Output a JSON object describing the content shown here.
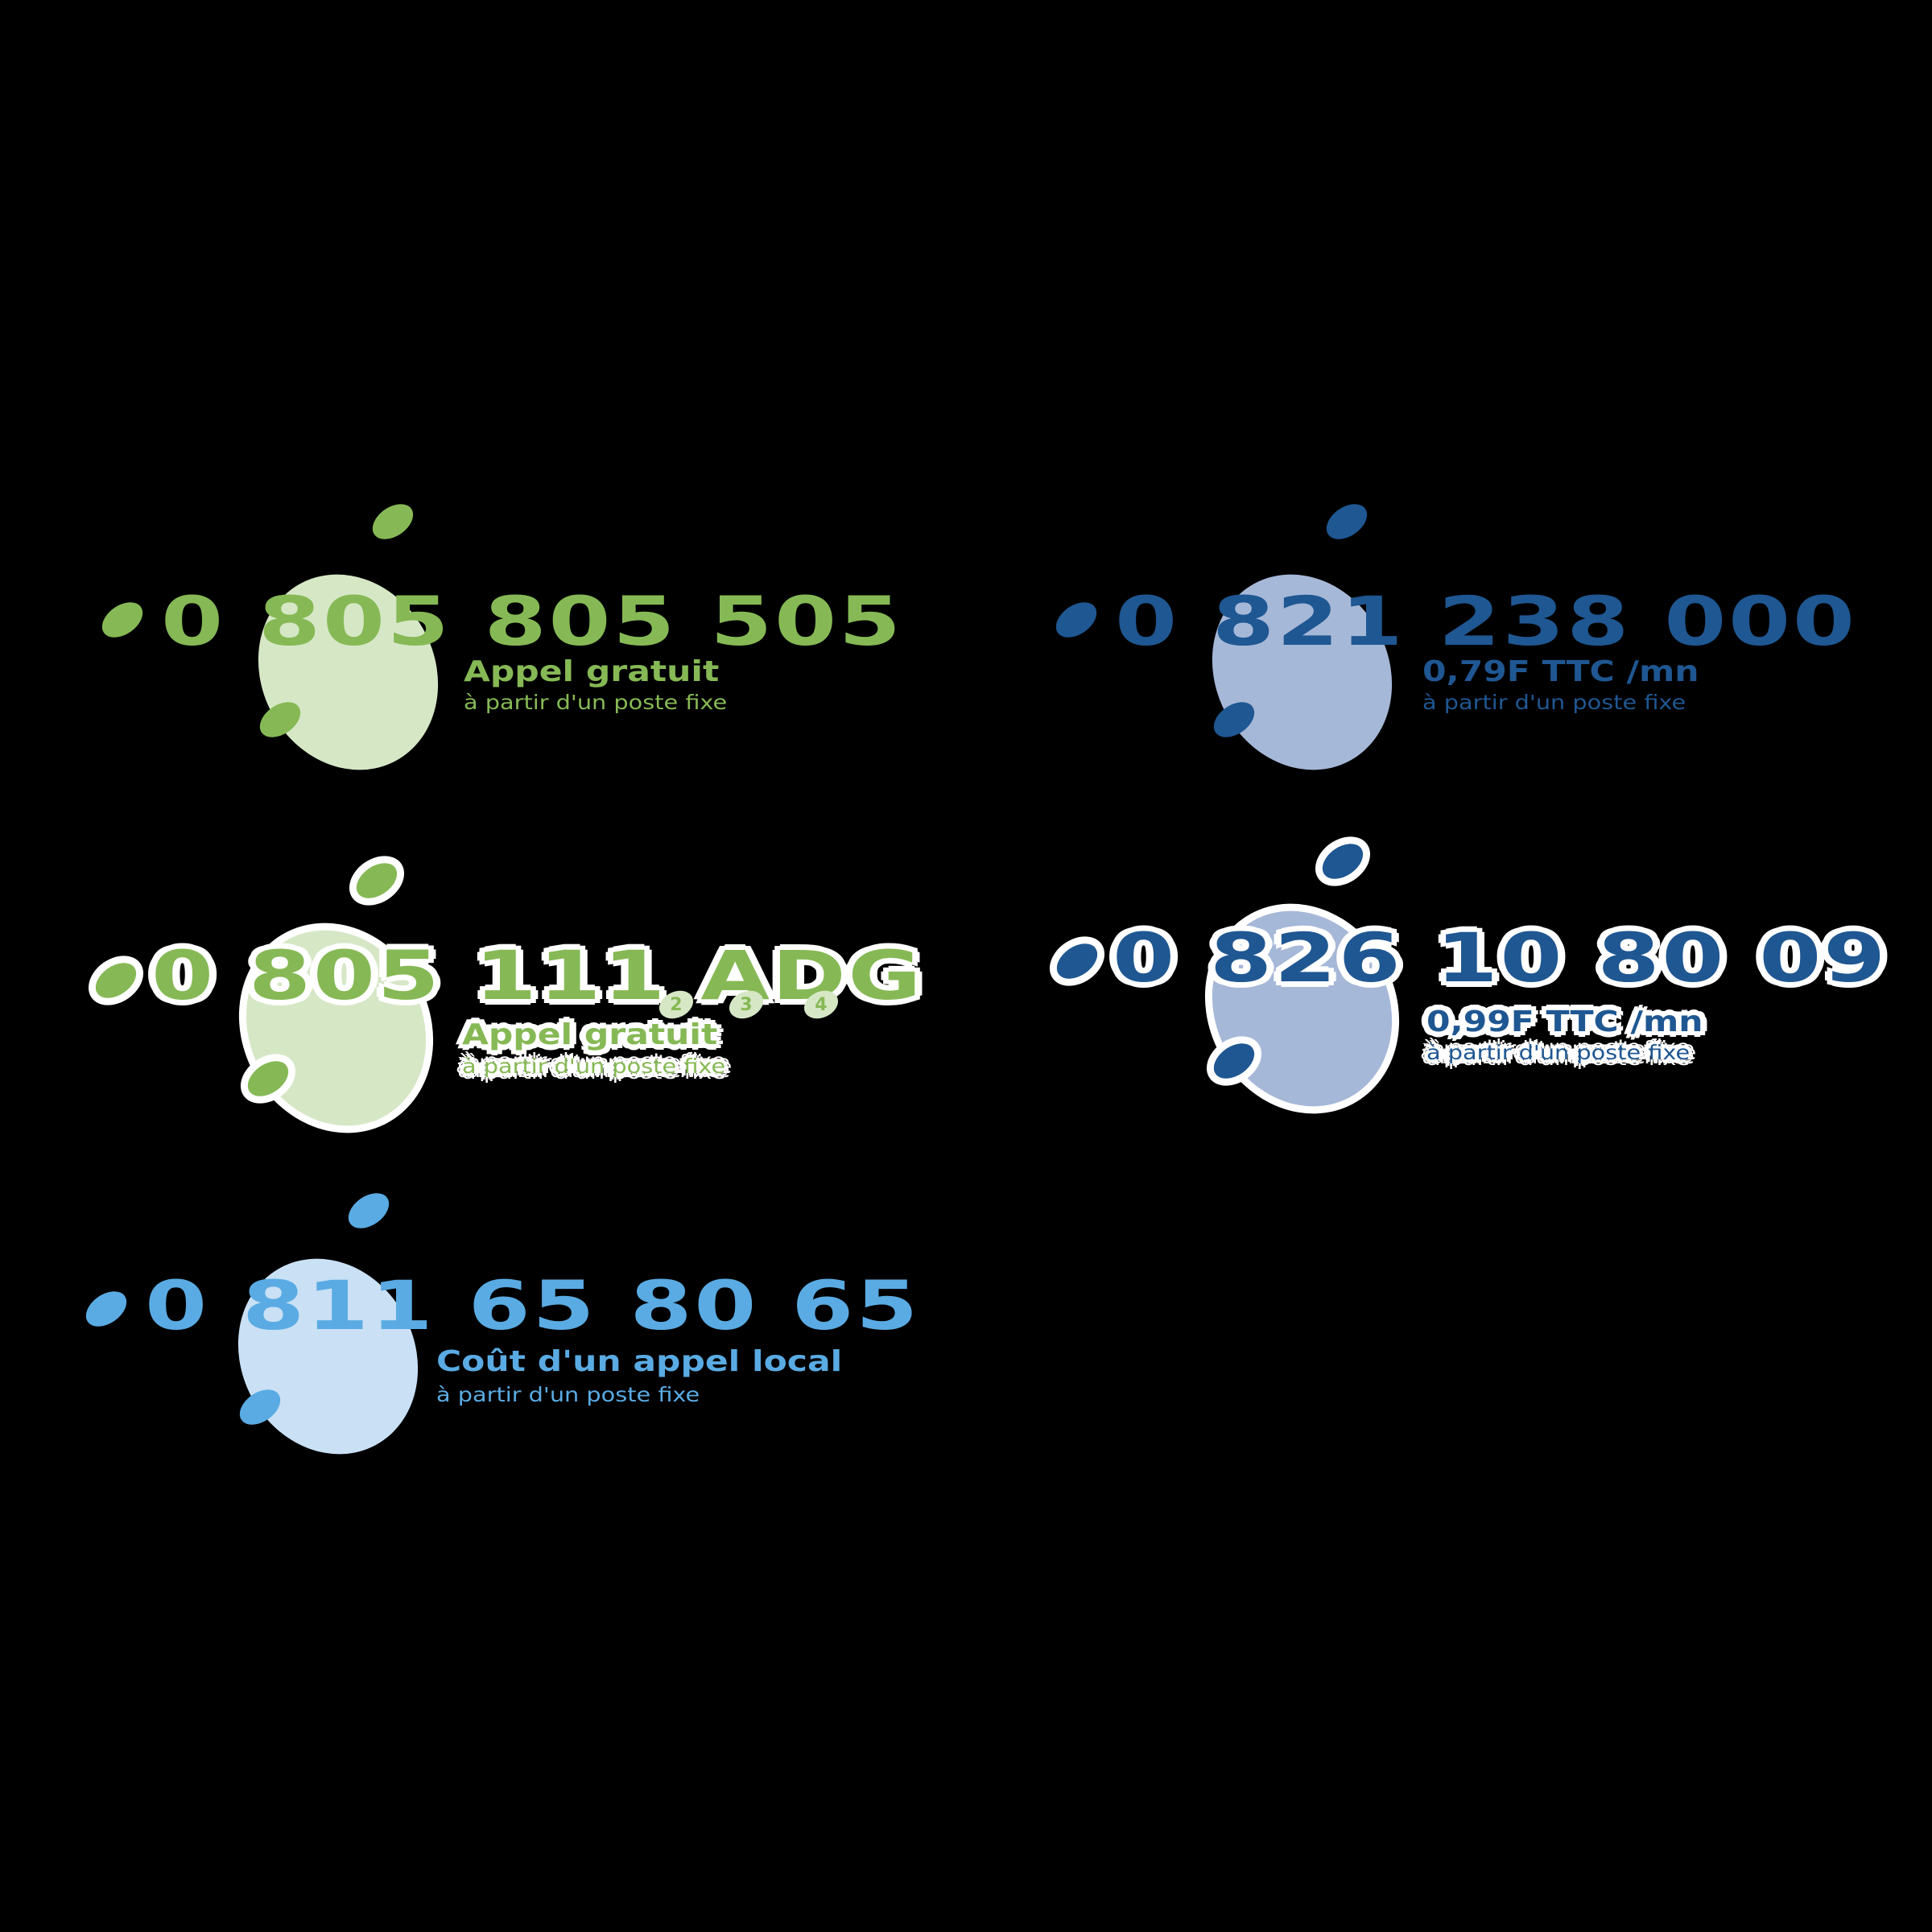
{
  "colors": {
    "green": "#86b955",
    "green_light": "#d6e7c6",
    "dark_blue": "#1f5792",
    "dark_blue_light": "#a6b8d8",
    "sky_blue": "#5aabe3",
    "sky_blue_light": "#c9e0f5",
    "outline": "#ffffff",
    "background": "#000000"
  },
  "logos": [
    {
      "number": "0 805 805 505",
      "tagline": "Appel gratuit",
      "subline": "à partir d'un poste fixe",
      "color": "green",
      "outlined": false
    },
    {
      "number": "0 821 238 000",
      "tagline": "0,79F TTC /mn",
      "subline": "à partir d'un poste fixe",
      "color": "dark_blue",
      "outlined": false
    },
    {
      "number": "0 805 111 ADG",
      "letter_digits": [
        "2",
        "3",
        "4"
      ],
      "tagline": "Appel gratuit",
      "subline": "à partir d'un poste fixe",
      "color": "green",
      "outlined": true
    },
    {
      "number": "0 826 10 80 09",
      "tagline": "0,99F TTC /mn",
      "subline": "à partir d'un poste fixe",
      "color": "dark_blue",
      "outlined": true
    },
    {
      "number": "0 811 65 80 65",
      "tagline": "Coût d'un appel local",
      "subline": "à partir d'un poste fixe",
      "color": "sky_blue",
      "outlined": false
    }
  ]
}
